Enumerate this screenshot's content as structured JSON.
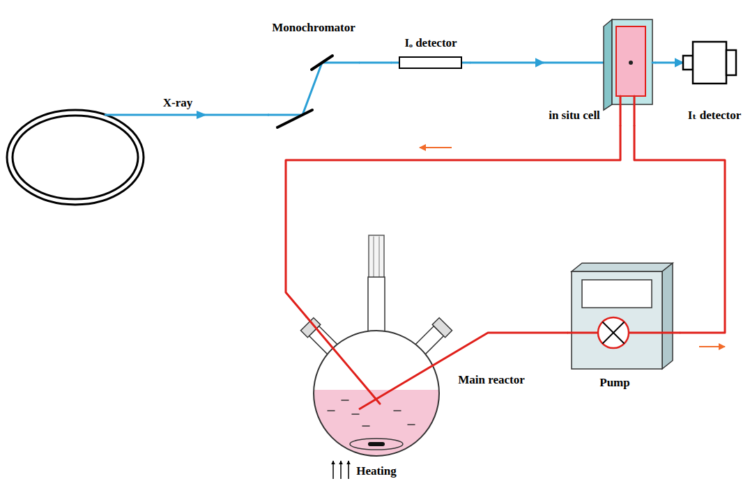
{
  "diagram": {
    "nodes": [
      {
        "text": [
          "Monochromator"
        ]
      },
      {
        "text": [
          "Iₒ detector"
        ]
      },
      {
        "text": [
          "in situ cell"
        ]
      },
      {
        "text": [
          "Iₜ detector"
        ]
      },
      {
        "text": [
          "Pump"
        ]
      },
      {
        "text": [
          "Main reactor"
        ]
      }
    ],
    "edges": [
      {
        "from": 0,
        "to": 1,
        "arrow": "none"
      },
      {
        "from": 1,
        "to": 2,
        "arrow": "to"
      },
      {
        "from": 2,
        "to": 3,
        "arrow": "to"
      },
      {
        "from": 2,
        "to": 5,
        "arrow": "none"
      },
      {
        "from": 5,
        "to": 4,
        "arrow": "none"
      },
      {
        "from": 4,
        "to": 2,
        "arrow": "none"
      }
    ],
    "labels": [
      "X-ray",
      "Heating"
    ]
  }
}
